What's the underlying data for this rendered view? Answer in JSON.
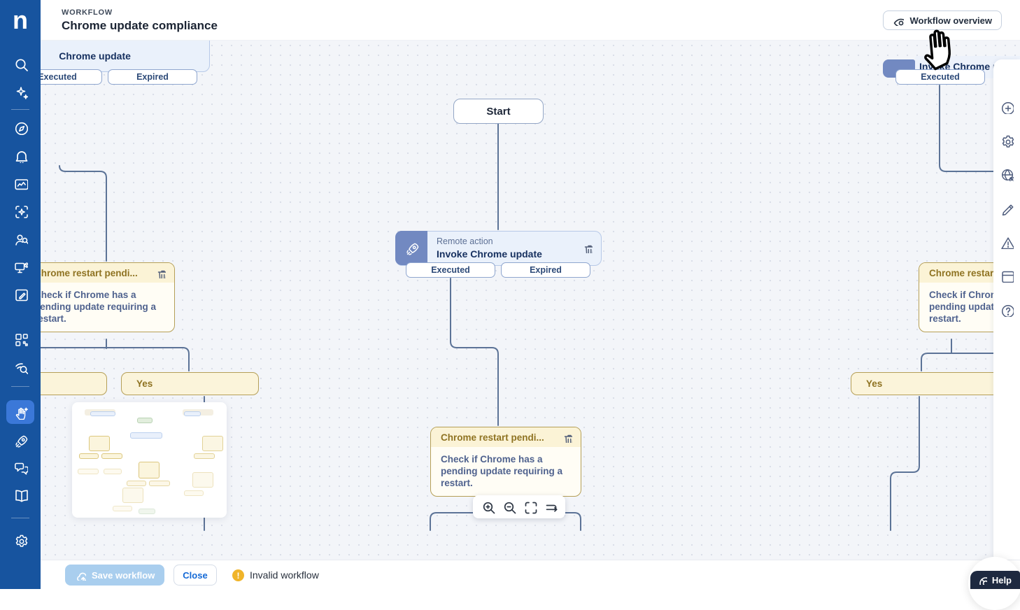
{
  "app": {
    "logo_letter": "n"
  },
  "header": {
    "eyebrow": "WORKFLOW",
    "title": "Chrome update compliance",
    "overview_button": {
      "icon": "eye-icon",
      "label": "Workflow overview"
    }
  },
  "sidebar": {
    "items": [
      "search-icon",
      "sparkles-icon",
      "compass-icon",
      "bell-icon",
      "monitor-chart-icon",
      "scan-sparkle-icon",
      "people-search-icon",
      "device-package-icon",
      "note-edit-icon",
      "apps-grid-icon",
      "network-scan-icon",
      "automation-hand-icon",
      "rocket-icon",
      "chat-bubbles-icon",
      "book-icon",
      "gear-icon"
    ],
    "active_item": "automation-hand-icon"
  },
  "right_rail": {
    "items": [
      "add-circle-icon",
      "settings-gear-icon",
      "globe-settings-icon",
      "edit-pencil-icon",
      "warning-triangle-icon",
      "layout-table-icon",
      "help-circle-icon"
    ]
  },
  "canvas": {
    "nodes": {
      "start": {
        "label": "Start"
      },
      "remote_action": {
        "type_label": "Remote action",
        "title": "Invoke Chrome update",
        "icon": "rocket-icon",
        "accent_color": "#7289c1",
        "branches": {
          "executed": "Executed",
          "expired": "Expired"
        }
      },
      "condition": {
        "title": "Chrome restart pendi...",
        "description": "Check if Chrome has a pending update requiring a restart."
      },
      "branch_yes": {
        "label": "Yes"
      }
    },
    "toolbar": {
      "buttons": [
        "zoom-in",
        "zoom-out",
        "fit-view",
        "auto-layout"
      ]
    },
    "connector_color": "#5c7397"
  },
  "footer": {
    "save_button": "Save workflow",
    "close_button": "Close",
    "status": {
      "label": "Invalid workflow",
      "severity": "warning",
      "color": "#f0b429"
    }
  },
  "help_button": {
    "label": "Help"
  },
  "colors": {
    "sidebar": "#17549f",
    "sidebar_active": "#3b78d8",
    "accent_blue": "#1469d6",
    "node_yellow_border": "#b59f57",
    "node_yellow_header": "#fbf3d6",
    "action_node_bg": "#eaf1fb",
    "canvas_bg": "#f3f5f9"
  }
}
